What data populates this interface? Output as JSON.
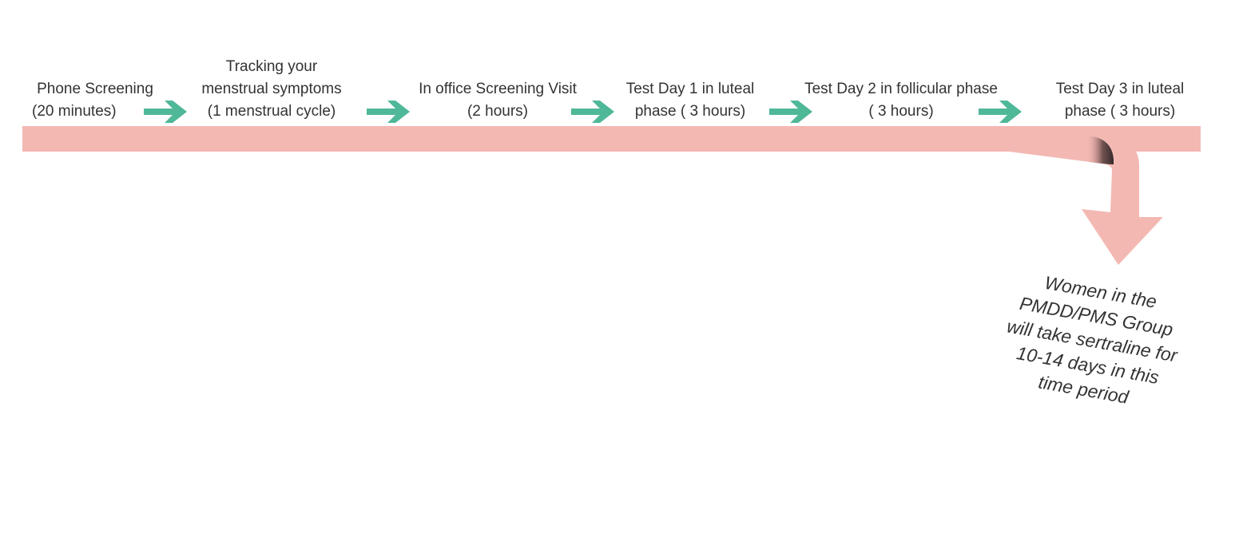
{
  "colors": {
    "timeline": "#f4b8b3",
    "arrow": "#4fb898",
    "text": "#333333"
  },
  "steps": [
    {
      "line1": "Phone Screening",
      "line2": "(20 minutes)"
    },
    {
      "line1": "Tracking your",
      "line2": "menstrual symptoms",
      "line3": "(1 menstrual cycle)"
    },
    {
      "line1": "In office Screening Visit",
      "line2": "(2 hours)"
    },
    {
      "line1": "Test Day 1 in luteal",
      "line2": "phase ( 3 hours)"
    },
    {
      "line1": "Test Day 2 in follicular phase",
      "line2": "( 3 hours)"
    },
    {
      "line1": "Test Day 3 in luteal",
      "line2": "phase ( 3 hours)"
    }
  ],
  "note": {
    "line1": "Women in the",
    "line2": "PMDD/PMS Group",
    "line3": "will take sertraline for",
    "line4": "10-14 days in this",
    "line5": "time period"
  }
}
